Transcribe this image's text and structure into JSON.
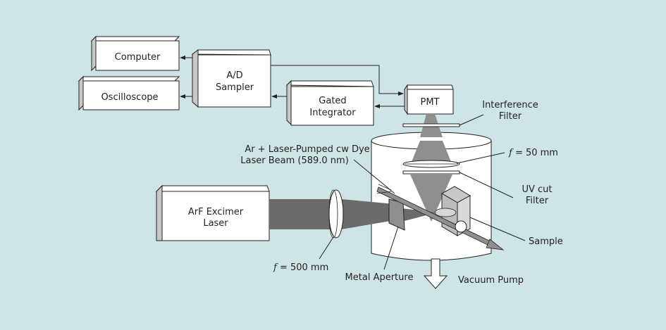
{
  "diagram": {
    "title": "Laser-induced fluorescence experimental setup",
    "colors": {
      "background": "#cfe4e6",
      "box_face": "#ffffff",
      "box_side": "#c8c8c8",
      "beam_dark": "#6b6b6b",
      "beam_mid": "#8f8f8f",
      "line": "#231f20"
    },
    "boxes": {
      "computer": "Computer",
      "oscilloscope": "Oscilloscope",
      "ad_sampler_line1": "A/D",
      "ad_sampler_line2": "Sampler",
      "gated_integrator_line1": "Gated",
      "gated_integrator_line2": "Integrator",
      "pmt": "PMT",
      "arf_laser_line1": "ArF Excimer",
      "arf_laser_line2": "Laser"
    },
    "labels": {
      "interference_filter_line1": "Interference",
      "interference_filter_line2": "Filter",
      "lens_50_f": "f",
      "lens_50_value": " = 50 mm",
      "uv_filter_line1": "UV cut",
      "uv_filter_line2": "Filter",
      "dye_laser_line1": "Ar +  Laser-Pumped cw Dye",
      "dye_laser_line2": "Laser Beam (589.0 nm)",
      "sample": "Sample",
      "lens_500_f": "f",
      "lens_500_value": " = 500 mm",
      "metal_aperture": "Metal Aperture",
      "vacuum_pump": "Vacuum Pump"
    }
  }
}
